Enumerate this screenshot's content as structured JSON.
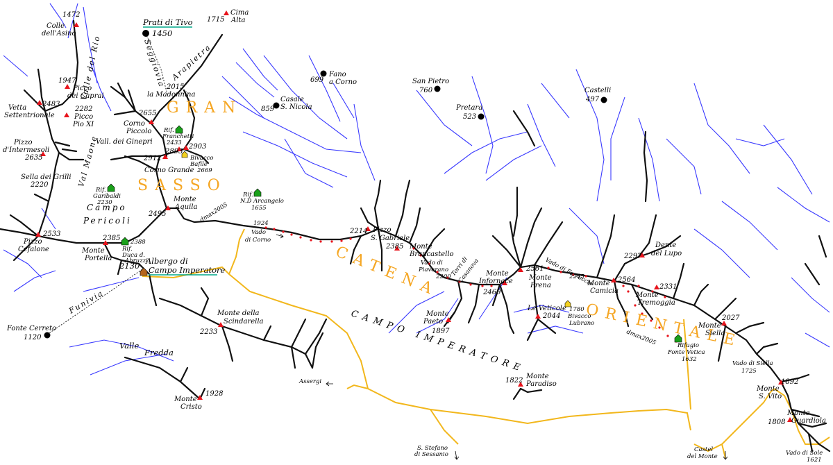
{
  "title_area": {
    "word1": "GRAN",
    "word2": "SASSO",
    "word3": "CATENA",
    "word4": "ORIENTALE"
  },
  "regions": {
    "campo_imperatore": "CAMPO IMPERATORE",
    "campo_pericoli_1": "Campo",
    "campo_pericoli_2": "Pericoli",
    "valle_del_rio": "Valle del Rio",
    "val_maone": "Val Maone",
    "valle_fredda_1": "Valle",
    "valle_fredda_2": "Fredda",
    "vall_ginepri": "Vall. dei Ginepri",
    "arapietra": "Arapietra",
    "seggiovia": "Seggiovia",
    "funivia": "Funivia",
    "dmax_1": "dmax2005",
    "dmax_2": "dmax2005"
  },
  "peaks": [
    {
      "name": "Colle dell'Asino",
      "l1": "Colle",
      "l2": "dell'Asino",
      "alt": "1472"
    },
    {
      "name": "Cima Alta",
      "l1": "Cima",
      "l2": "Alta",
      "alt": "1715"
    },
    {
      "name": "Picco dei Caprai",
      "l1": "Picco",
      "l2": "dei Caprai",
      "alt": "1947"
    },
    {
      "name": "Vetta Settentrionale",
      "l1": "Vetta",
      "l2": "Settentrionale",
      "alt": "2483"
    },
    {
      "name": "Picco Pio XI",
      "l1": "Picco",
      "l2": "Pio XI",
      "alt": "2282"
    },
    {
      "name": "la Madonnina",
      "l1": "la Madonnina",
      "l2": "",
      "alt": "2015"
    },
    {
      "name": "Corno Piccolo",
      "l1": "Corno",
      "l2": "Piccolo",
      "alt": "2655"
    },
    {
      "name": "Pizzo d'Intermesoli",
      "l1": "Pizzo",
      "l2": "d'Intermesoli",
      "alt": "2635"
    },
    {
      "name": "Corno Grande",
      "l1": "Corno Grande",
      "l2": "",
      "alt": "2912"
    },
    {
      "name": "Corno Grande 2893",
      "l1": "",
      "l2": "",
      "alt": "2893"
    },
    {
      "name": "Corno Grande 2903",
      "l1": "",
      "l2": "",
      "alt": "2903"
    },
    {
      "name": "Sella dei Grilli",
      "l1": "Sella dei Grilli",
      "l2": "",
      "alt": "2220"
    },
    {
      "name": "Monte Aquila",
      "l1": "Monte",
      "l2": "Aquila",
      "alt": "2495"
    },
    {
      "name": "Pizzo Cefalone",
      "l1": "Pizzo",
      "l2": "Cefalone",
      "alt": "2533"
    },
    {
      "name": "Monte Portella",
      "l1": "Monte",
      "l2": "Portella",
      "alt": "2385"
    },
    {
      "name": "Pizzo S. Gabriele",
      "l1": "Pizzo",
      "l2": "S. Gabriele",
      "alt": "2214"
    },
    {
      "name": "Monte Brancastello",
      "l1": "Monte",
      "l2": "Brancastello",
      "alt": "2385"
    },
    {
      "name": "Monte Infornace",
      "l1": "Monte",
      "l2": "Infornace",
      "alt": "2469"
    },
    {
      "name": "Monte Prena",
      "l1": "Monte",
      "l2": "Prena",
      "alt": "2561"
    },
    {
      "name": "Monte Camicia",
      "l1": "Monte",
      "l2": "Camicia",
      "alt": "2564"
    },
    {
      "name": "Dente del Lupo",
      "l1": "Dente",
      "l2": "del Lupo",
      "alt": "2297"
    },
    {
      "name": "Monte Tremoggia",
      "l1": "Monte",
      "l2": "Tremoggia",
      "alt": "2331"
    },
    {
      "name": "Monte Siella",
      "l1": "Monte",
      "l2": "Siella",
      "alt": "2027"
    },
    {
      "name": "Monte Paeto",
      "l1": "Monte",
      "l2": "Paeto",
      "alt": "1897"
    },
    {
      "name": "Le Veticole",
      "l1": "Le Veticole",
      "l2": "",
      "alt": "2044"
    },
    {
      "name": "Monte della Scindarella",
      "l1": "Monte della",
      "l2": "Scindarella",
      "alt": "2233"
    },
    {
      "name": "Monte Cristo",
      "l1": "Monte",
      "l2": "Cristo",
      "alt": "1928"
    },
    {
      "name": "Monte Paradiso",
      "l1": "Monte",
      "l2": "Paradiso",
      "alt": "1822"
    },
    {
      "name": "Monte S. Vito",
      "l1": "Monte",
      "l2": "S. Vito",
      "alt": "1892"
    },
    {
      "name": "Monte Guardiola",
      "l1": "Monte",
      "l2": "Guardiola",
      "alt": "1808"
    }
  ],
  "passes": [
    {
      "l1": "1924",
      "l2": "Vado",
      "l3": "di Corno"
    },
    {
      "l1": "Vado di",
      "l2": "Piaverano",
      "l3": "2200"
    },
    {
      "l1": "Torri di",
      "l2": "Casanova",
      "l3": ""
    },
    {
      "l1": "Vado di Ferruccio",
      "l2": "2245",
      "l3": ""
    },
    {
      "l1": "Vado di Siella",
      "l2": "1725",
      "l3": ""
    },
    {
      "l1": "Vado di Sole",
      "l2": "1621",
      "l3": ""
    }
  ],
  "huts": [
    {
      "l1": "Rif.",
      "l2": "Franchetti",
      "l3": "2433"
    },
    {
      "l1": "Bivacco",
      "l2": "Bafile",
      "l3": "2669"
    },
    {
      "l1": "Rif.",
      "l2": "Garibaldi",
      "l3": "2230"
    },
    {
      "l1": "Rif.",
      "l2": "N.D Arcangelo",
      "l3": "1655"
    },
    {
      "l1": "2388",
      "l2": "Rif.",
      "l3": "Duca d.",
      "l4": "Abruzzi"
    },
    {
      "l1": "1780",
      "l2": "Bivacco",
      "l3": "Lubrano"
    },
    {
      "l1": "Rifugio",
      "l2": "Fonte Vetica",
      "l3": "1632"
    }
  ],
  "towns": [
    {
      "l1": "Prati di Tivo",
      "l2": "1450"
    },
    {
      "l1": "Fano",
      "l2": "a Corno",
      "alt": "699"
    },
    {
      "l1": "Casale",
      "l2": "S. Nicola",
      "alt": "859"
    },
    {
      "l1": "San Pietro",
      "l2": "760"
    },
    {
      "l1": "Pretara",
      "l2": "523"
    },
    {
      "l1": "Castelli",
      "l2": "497"
    },
    {
      "l1": "Fonte Cerreto",
      "l2": "1120"
    },
    {
      "l1": "Albergo di",
      "l2": "Campo Imperatore",
      "alt": "2130"
    }
  ],
  "roads": {
    "assergi": "Assergi",
    "s_stefano_1": "S. Stefano",
    "s_stefano_2": "di Sessanio",
    "castel_1": "Castel",
    "castel_2": "del Monte"
  },
  "colors": {
    "ridge": "#111111",
    "river": "#3a3aff",
    "road": "#f2b71c",
    "peak": "#e8141c",
    "hut": "#1aa01a",
    "title": "#f5a623",
    "underline": "#00a88a"
  }
}
